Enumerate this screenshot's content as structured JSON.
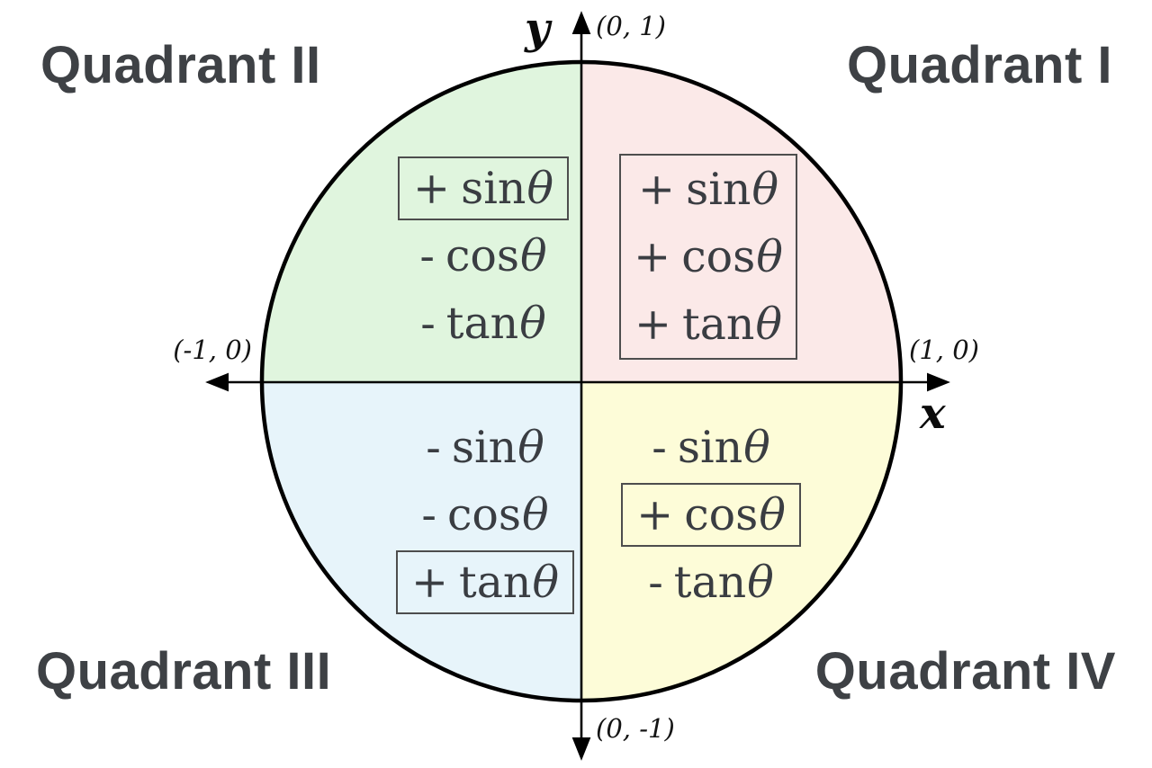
{
  "colors": {
    "background": "#ffffff",
    "outline": "#000000",
    "axis": "#000000",
    "box_border": "#4d4d4d",
    "title_text": "#3e4145",
    "trig_text": "#3a3d42",
    "q1_fill": "#fbe9e8",
    "q2_fill": "#e0f5de",
    "q3_fill": "#e7f4fa",
    "q4_fill": "#fdfcd8"
  },
  "symbols": {
    "theta": "θ"
  },
  "axis": {
    "x_label": "x",
    "y_label": "y",
    "top_point": "(0, 1)",
    "right_point": "(1, 0)",
    "left_point": "(-1, 0)",
    "bottom_point": "(0, -1)"
  },
  "quadrants": {
    "q1": {
      "label": "Quadrant I",
      "box": "all-lines",
      "lines": [
        {
          "sign": "+",
          "fn": "sin",
          "boxed": true
        },
        {
          "sign": "+",
          "fn": "cos",
          "boxed": true
        },
        {
          "sign": "+",
          "fn": "tan",
          "boxed": true
        }
      ]
    },
    "q2": {
      "label": "Quadrant II",
      "box": "line-0",
      "lines": [
        {
          "sign": "+",
          "fn": "sin",
          "boxed": true
        },
        {
          "sign": "-",
          "fn": "cos",
          "boxed": false
        },
        {
          "sign": "-",
          "fn": "tan",
          "boxed": false
        }
      ]
    },
    "q3": {
      "label": "Quadrant III",
      "box": "line-2",
      "lines": [
        {
          "sign": "-",
          "fn": "sin",
          "boxed": false
        },
        {
          "sign": "-",
          "fn": "cos",
          "boxed": false
        },
        {
          "sign": "+",
          "fn": "tan",
          "boxed": true
        }
      ]
    },
    "q4": {
      "label": "Quadrant IV",
      "box": "line-1",
      "lines": [
        {
          "sign": "-",
          "fn": "sin",
          "boxed": false
        },
        {
          "sign": "+",
          "fn": "cos",
          "boxed": true
        },
        {
          "sign": "-",
          "fn": "tan",
          "boxed": false
        }
      ]
    }
  }
}
